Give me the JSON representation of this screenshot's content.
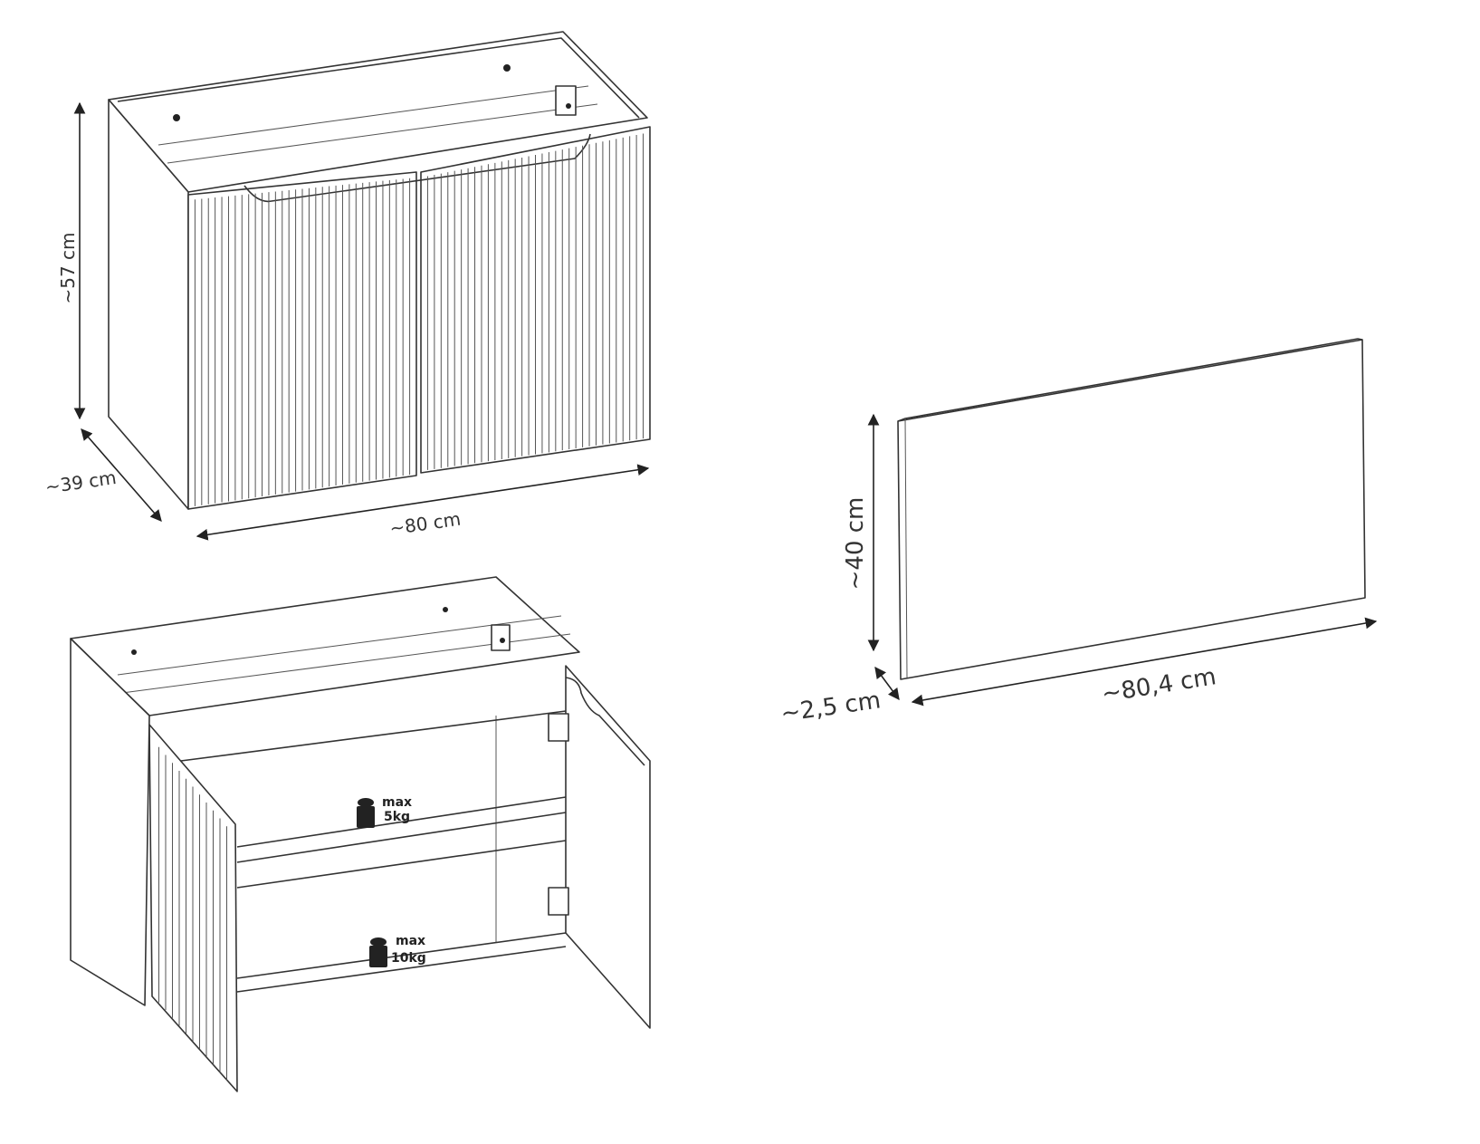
{
  "cabinet_closed": {
    "height_label": "~57 cm",
    "depth_label": "~39 cm",
    "width_label": "~80 cm"
  },
  "cabinet_open": {
    "upper_shelf": {
      "max_label": "max",
      "load_label": "5kg"
    },
    "lower_shelf": {
      "max_label": "max",
      "load_label": "10kg"
    }
  },
  "mirror": {
    "height_label": "~40 cm",
    "depth_label": "~2,5 cm",
    "width_label": "~80,4 cm"
  }
}
